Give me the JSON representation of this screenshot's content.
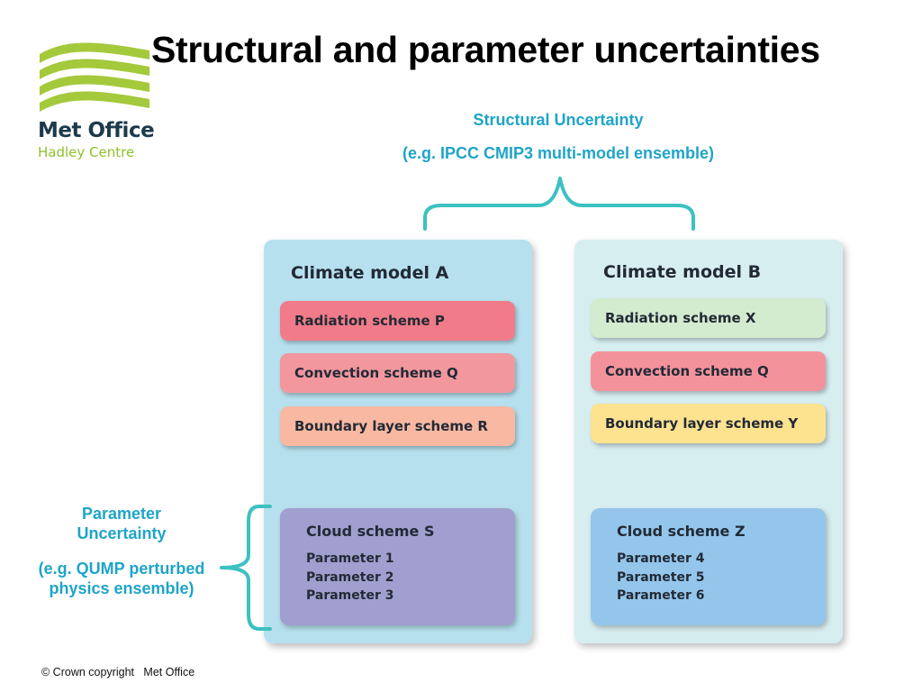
{
  "logo": {
    "name": "Met Office",
    "subname": "Hadley Centre",
    "colors": {
      "waves": "#a4c93b",
      "name": "#1d3a4b",
      "subname": "#8fbf2c"
    }
  },
  "title": "Structural and parameter uncertainties",
  "structural": {
    "line1": "Structural Uncertainty",
    "line2": "(e.g. IPCC CMIP3 multi-model ensemble)"
  },
  "parameter": {
    "line1": "Parameter Uncertainty",
    "line2": "(e.g. QUMP perturbed physics ensemble)"
  },
  "colors": {
    "accent": "#1fa4c8",
    "brace": "#3cc1c0"
  },
  "model_a": {
    "title": "Climate model A",
    "schemes": [
      "Radiation scheme P",
      "Convection scheme Q",
      "Boundary layer scheme R"
    ],
    "cloud": {
      "title": "Cloud scheme S",
      "params": [
        "Parameter 1",
        "Parameter 2",
        "Parameter 3"
      ]
    }
  },
  "model_b": {
    "title": "Climate model B",
    "schemes": [
      "Radiation scheme X",
      "Convection scheme Q",
      "Boundary layer scheme Y"
    ],
    "cloud": {
      "title": "Cloud scheme Z",
      "params": [
        "Parameter 4",
        "Parameter 5",
        "Parameter 6"
      ]
    }
  },
  "footer": "© Crown copyright   Met Office"
}
